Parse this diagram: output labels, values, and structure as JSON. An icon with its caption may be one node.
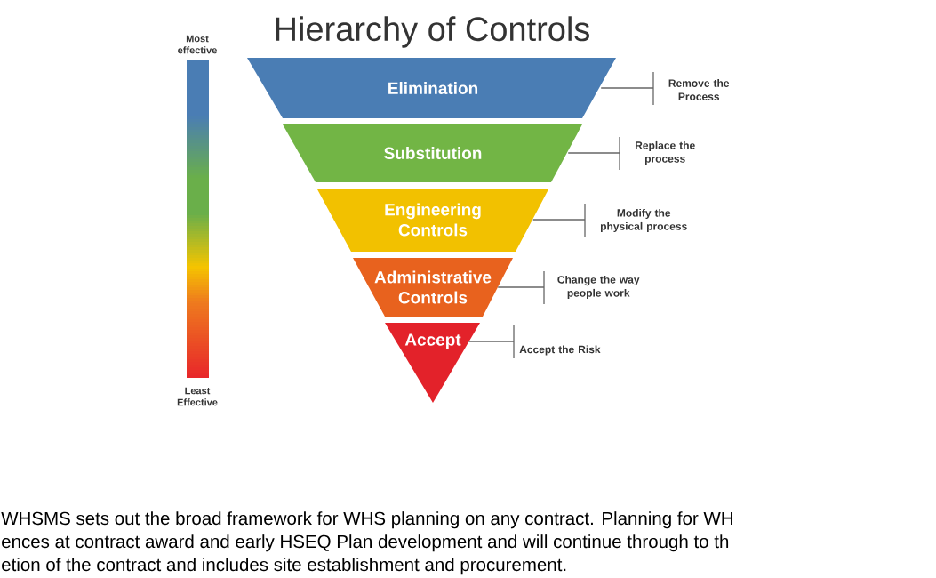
{
  "diagram": {
    "title": "Hierarchy of Controls",
    "nodes": [
      {
        "text": [
          "Elimination"
        ]
      },
      {
        "text": [
          "Substitution"
        ]
      },
      {
        "text": [
          "Engineering Controls"
        ]
      },
      {
        "text": [
          "Administrative Controls"
        ]
      },
      {
        "text": [
          "Accept"
        ]
      },
      {
        "text": [
          "Remove the Process"
        ]
      },
      {
        "text": [
          "Replace the process"
        ]
      },
      {
        "text": [
          "Modify the physical process"
        ]
      },
      {
        "text": [
          "Change the way people work"
        ]
      },
      {
        "text": [
          "Accept the Risk"
        ]
      }
    ],
    "edges": [
      {
        "from": 0,
        "to": 5,
        "arrow": "none"
      },
      {
        "from": 1,
        "to": 6,
        "arrow": "none"
      },
      {
        "from": 2,
        "to": 7,
        "arrow": "none"
      },
      {
        "from": 3,
        "to": 8,
        "arrow": "none"
      },
      {
        "from": 4,
        "to": 9,
        "arrow": "none"
      }
    ],
    "labels": [
      "Most effective",
      "Least Effective",
      "WHSMS sets out the broad framework for WHS planning on any contract. Planning for WH",
      "ences at contract award and early HSEQ Plan development and will continue through to th",
      "etion of the contract and includes site establishment and procurement."
    ]
  }
}
